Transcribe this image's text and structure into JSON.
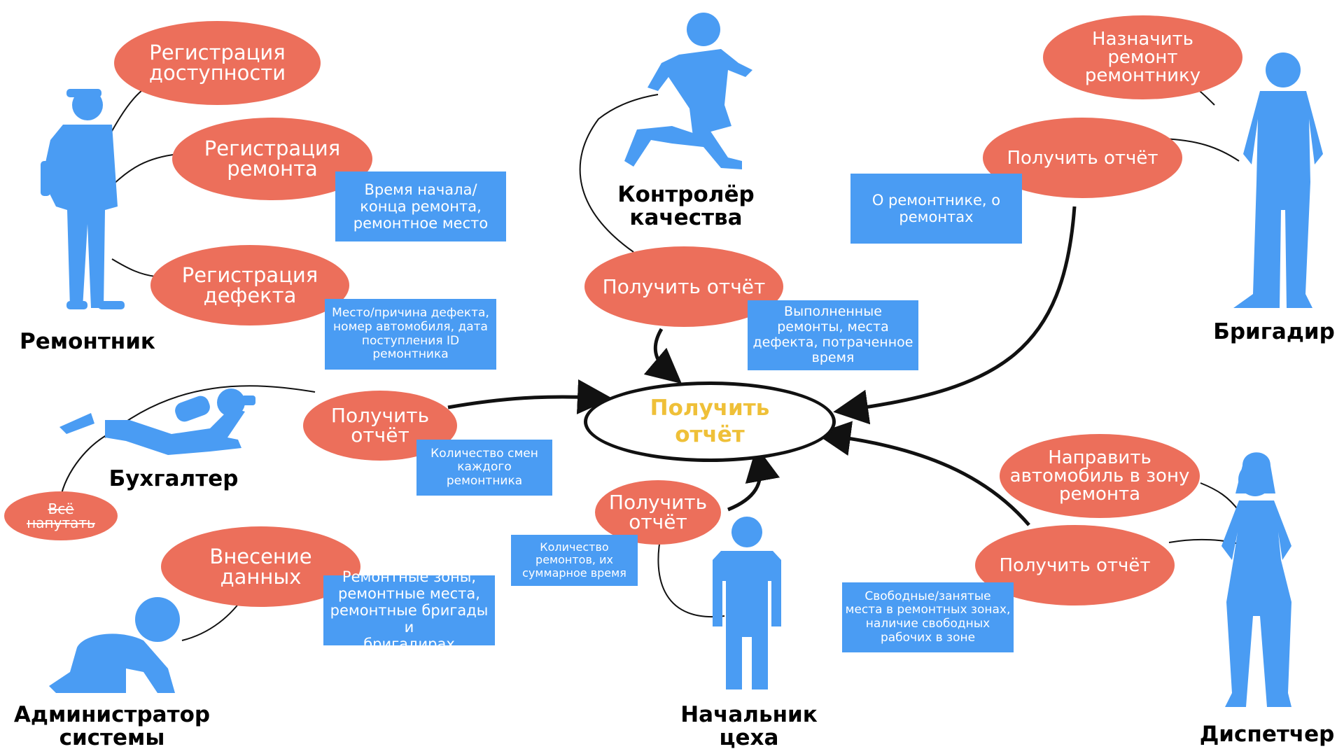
{
  "center": {
    "label": "Получить\nотчёт",
    "color": "#efc038"
  },
  "colors": {
    "oval": "#ec6f5b",
    "box": "#4a9cf3",
    "actor": "#4a9cf3"
  },
  "actors": {
    "repairman": "Ремонтник",
    "quality": "Контролёр\nкачества",
    "foreman": "Бригадир",
    "accountant": "Бухгалтер",
    "admin": "Администратор\nсистемы",
    "shop_head": "Начальник\nцеха",
    "dispatcher": "Диспетчер"
  },
  "use_cases": {
    "reg_availability": "Регистрация\nдоступности",
    "reg_repair": "Регистрация\nремонта",
    "reg_defect": "Регистрация\nдефекта",
    "quality_report": "Получить отчёт",
    "assign_repair": "Назначить\nремонт\nремонтнику",
    "foreman_report": "Получить отчёт",
    "accountant_report": "Получить\nотчёт",
    "mess_up": "Всё\nнапутать",
    "data_entry": "Внесение\nданных",
    "shop_report": "Получить\nотчёт",
    "send_car": "Направить\nавтомобиль в зону\nремонта",
    "dispatcher_report": "Получить отчёт"
  },
  "notes": {
    "repair_time": "Время начала/\nконца ремонта,\nремонтное место",
    "defect_info": "Место/причина дефекта,\nномер автомобиля, дата\nпоступления ID\nремонтника",
    "quality_info": "Выполненные\nремонты, места\nдефекта, потраченное\nвремя",
    "foreman_info": "О ремонтнике, о\nремонтах",
    "shifts_info": "Количество смен\nкаждого\nремонтника",
    "admin_info": "Ремонтные зоны,\nремонтные места,\nремонтные бригады и\nбригадирах",
    "shop_info": "Количество\nремонтов, их\nсуммарное время",
    "dispatcher_info": "Свободные/занятые\nместа в ремонтных зонах,\nналичие свободных\nрабочих в зоне"
  }
}
